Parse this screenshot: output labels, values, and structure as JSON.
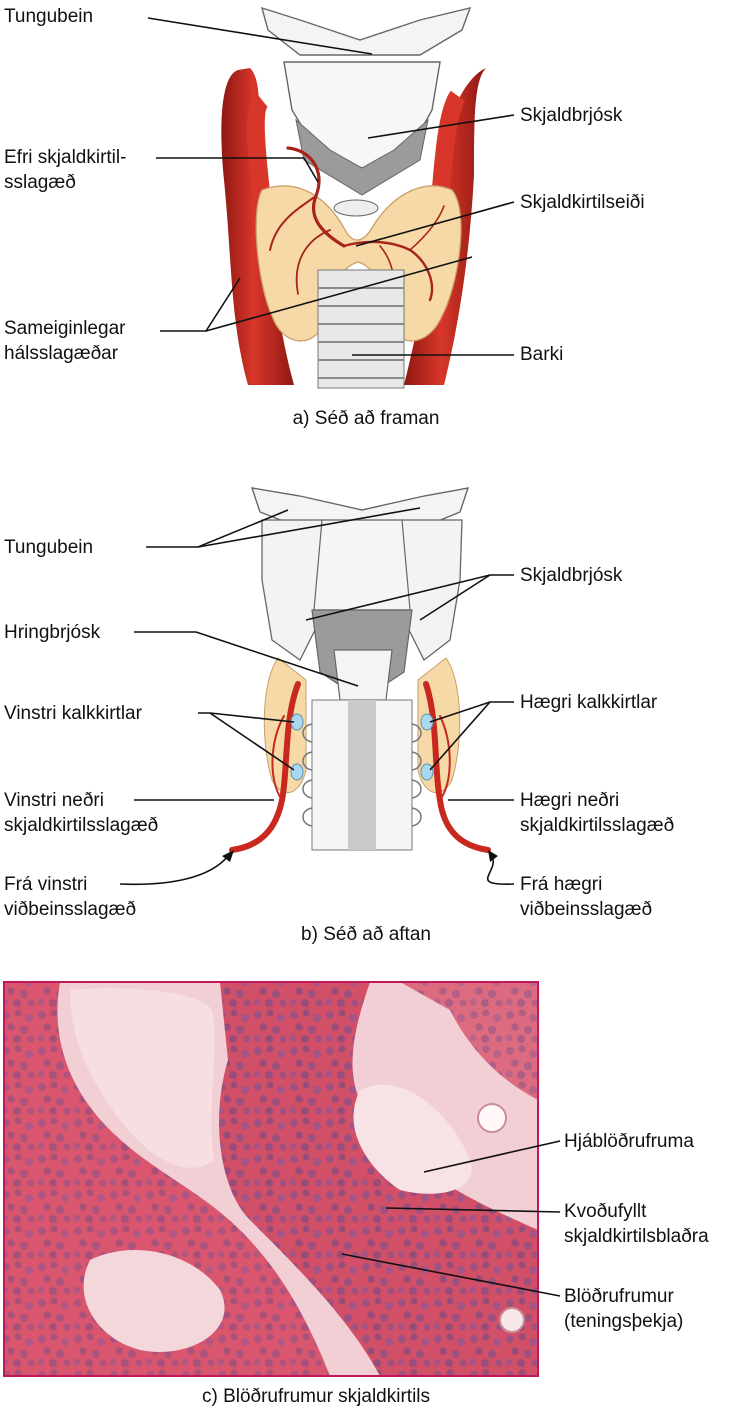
{
  "panels": {
    "front": {
      "caption": "a) Séð að framan",
      "labels": {
        "hyoid": "Tungubein",
        "thyroid_cartilage": "Skjaldbrjósk",
        "superior_artery_1": "Efri skjaldkirtil-",
        "superior_artery_2": "sslagæð",
        "thyroid_gland": "Skjaldkirtilseiði",
        "carotid_1": "Sameiginlegar",
        "carotid_2": "hálsslagæðar",
        "trachea": "Barki"
      }
    },
    "back": {
      "caption": "b) Séð að aftan",
      "labels": {
        "hyoid": "Tungubein",
        "thyroid_cartilage": "Skjaldbrjósk",
        "cricoid": "Hringbrjósk",
        "left_parathyroid": "Vinstri kalkkirtlar",
        "right_parathyroid": "Hægri kalkkirtlar",
        "left_inferior_1": "Vinstri neðri",
        "left_inferior_2": "skjaldkirtilsslagæð",
        "right_inferior_1": "Hægri neðri",
        "right_inferior_2": "skjaldkirtilsslagæð",
        "from_left_1": "Frá vinstri",
        "from_left_2": "viðbeinsslagæð",
        "from_right_1": "Frá hægri",
        "from_right_2": "viðbeinsslagæð"
      }
    },
    "micro": {
      "caption": "c) Blöðrufrumur skjaldkirtils",
      "labels": {
        "parafollicular": "Hjáblöðrufruma",
        "colloid_1": "Kvoðufyllt",
        "colloid_2": "skjaldkirtilsblaðra",
        "follicular_1": "Blöðrufrumur",
        "follicular_2": "(teningsþekja)"
      }
    }
  },
  "colors": {
    "artery": "#c8281e",
    "artery_dark": "#8e1812",
    "thyroid": "#f6d9a6",
    "cartilage": "#f4f4f4",
    "cartilage_shade": "#9b9b9b",
    "tissue_bg": "#f1cfd4",
    "tissue_frame": "#c2185b",
    "nucleus": "#6e4a86",
    "parathyroid": "#a9d8ef"
  }
}
